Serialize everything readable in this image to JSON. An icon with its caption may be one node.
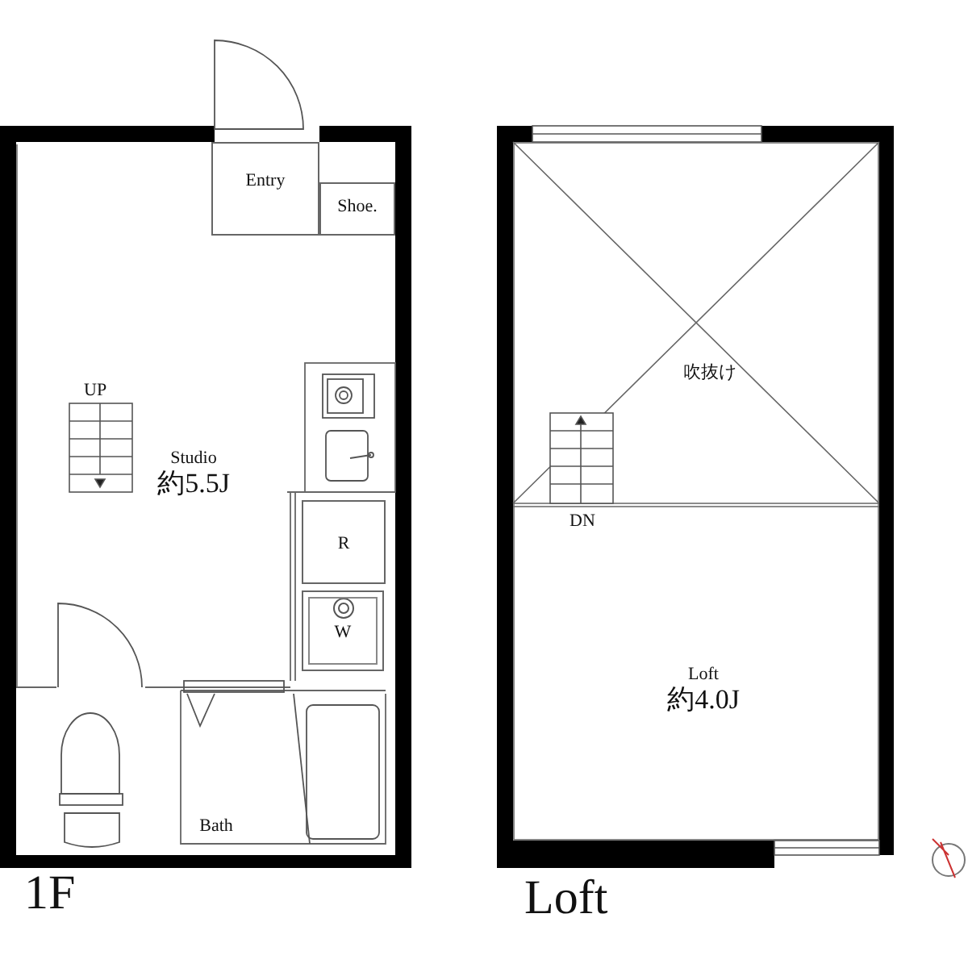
{
  "diagram": {
    "nodes": [
      {
        "text": [
          "Entry"
        ]
      },
      {
        "text": [
          "Shoe."
        ]
      },
      {
        "text": [
          "Studio",
          "約5.5J"
        ]
      },
      {
        "text": [
          "R"
        ]
      },
      {
        "text": [
          "W"
        ]
      },
      {
        "text": [
          "Bath"
        ]
      },
      {
        "text": [
          "吹抜け"
        ]
      },
      {
        "text": [
          "Loft",
          "約4.0J"
        ]
      }
    ],
    "labels": [
      "UP",
      "DN",
      "1F",
      "Loft"
    ]
  }
}
